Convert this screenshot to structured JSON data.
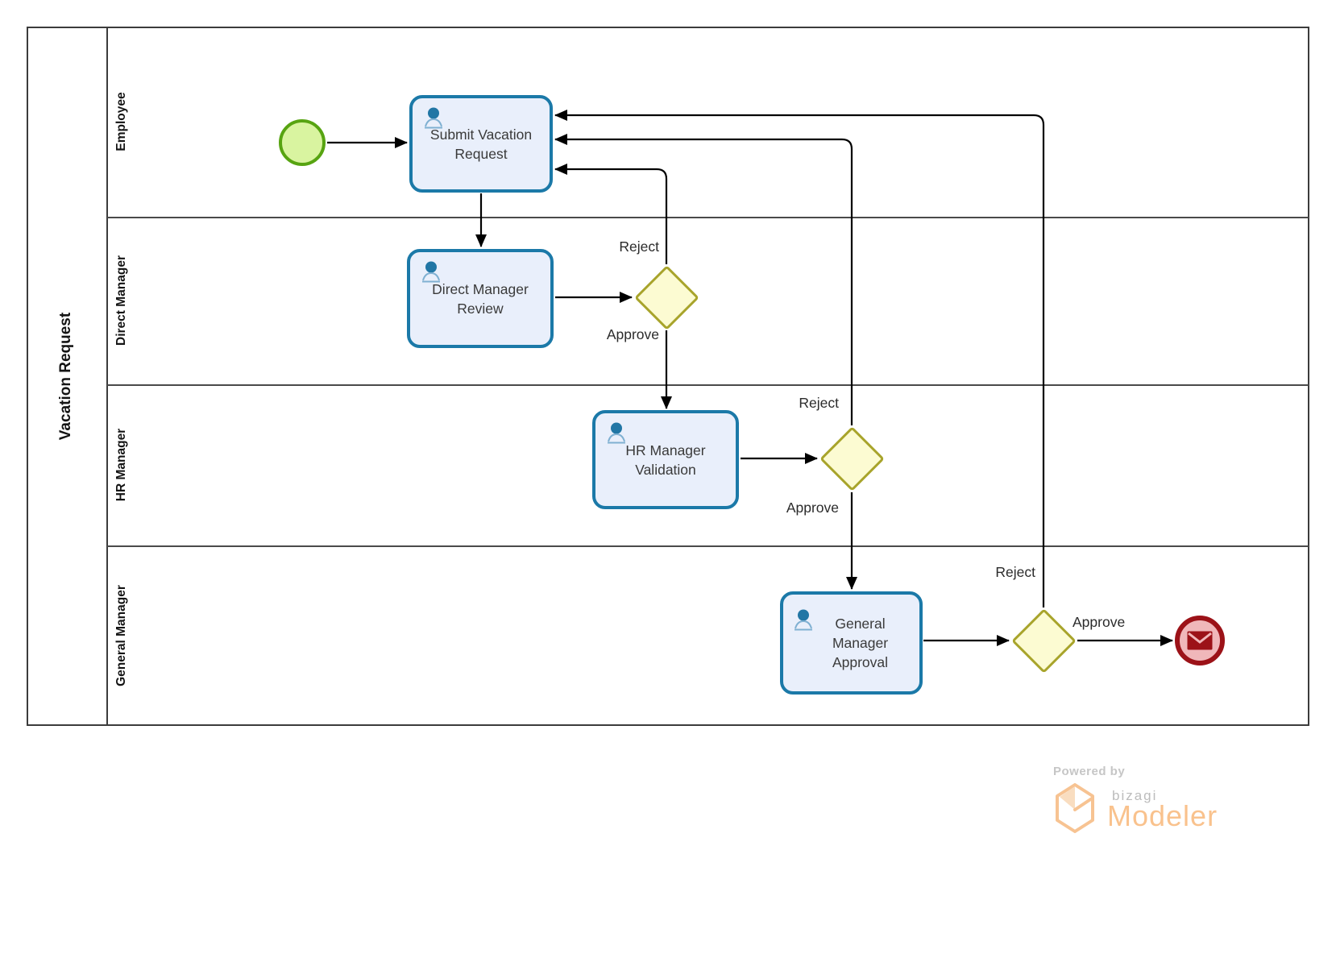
{
  "pool": {
    "title": "Vacation Request",
    "lanes": [
      {
        "label": "Employee"
      },
      {
        "label": "Direct Manager"
      },
      {
        "label": "HR Manager"
      },
      {
        "label": "General Manager"
      }
    ]
  },
  "nodes": {
    "start_event": {
      "type": "start-event"
    },
    "tasks": [
      {
        "label": "Submit Vacation Request",
        "lane": "Employee"
      },
      {
        "label": "Direct Manager Review",
        "lane": "Direct Manager"
      },
      {
        "label": "HR Manager Validation",
        "lane": "HR Manager"
      },
      {
        "label": "General Manager Approval",
        "lane": "General Manager"
      }
    ],
    "gateways": [
      {
        "reject_label": "Reject",
        "approve_label": "Approve"
      },
      {
        "reject_label": "Reject",
        "approve_label": "Approve"
      },
      {
        "reject_label": "Reject",
        "approve_label": "Approve"
      }
    ],
    "end_event": {
      "type": "message-end-event"
    }
  },
  "footer": {
    "powered_by": "Powered by",
    "brand": "bizagi",
    "product": "Modeler"
  },
  "colors": {
    "task_fill": "#e9effb",
    "task_border": "#1b79a8",
    "gateway_fill": "#fcfbd2",
    "gateway_border": "#a8a42b",
    "start_fill": "#d9f4a0",
    "start_border": "#57a411",
    "end_fill": "#f0b7ba",
    "end_border": "#9c1218",
    "flow": "#000000",
    "icon_head": "#2176a5",
    "icon_body": "#7fb0d2",
    "logo_orange": "#f9c28d",
    "logo_gray": "#bcbcbc",
    "logo_gray_light": "#c6c6c6"
  }
}
